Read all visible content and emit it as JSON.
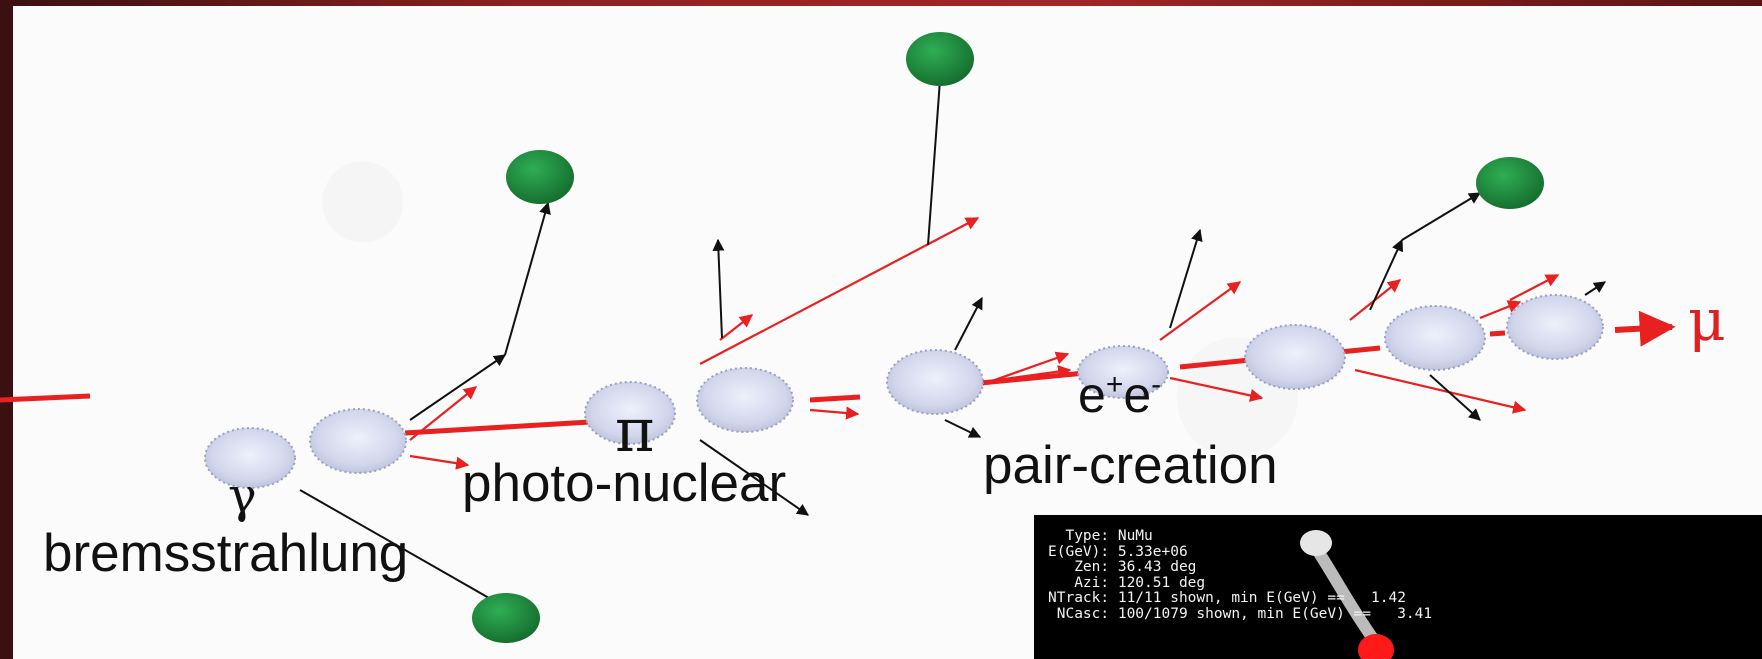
{
  "labels": {
    "gamma": "γ",
    "bremsstrahlung": "bremsstrahlung",
    "pi": "π",
    "photo_nuclear": "photo-nuclear",
    "ee_base": "e",
    "ee_sup1": "+",
    "ee_base2": "e",
    "ee_sup2": "-",
    "pair_creation": "pair-creation",
    "mu": "μ"
  },
  "info_panel": {
    "lines": [
      "  Type: NuMu",
      "E(GeV): 5.33e+06",
      "   Zen: 36.43 deg",
      "   Azi: 120.51 deg",
      "NTrack: 11/11 shown, min E(GeV) ==   1.42",
      " NCasc: 100/1079 shown, min E(GeV) ==   3.41"
    ]
  },
  "colors": {
    "background_red": "#a32626",
    "track_red": "#e82020",
    "arrow_black": "#111111",
    "particle_green": "#1e8a3c",
    "cascade_lavender": "#d8dcf0"
  }
}
